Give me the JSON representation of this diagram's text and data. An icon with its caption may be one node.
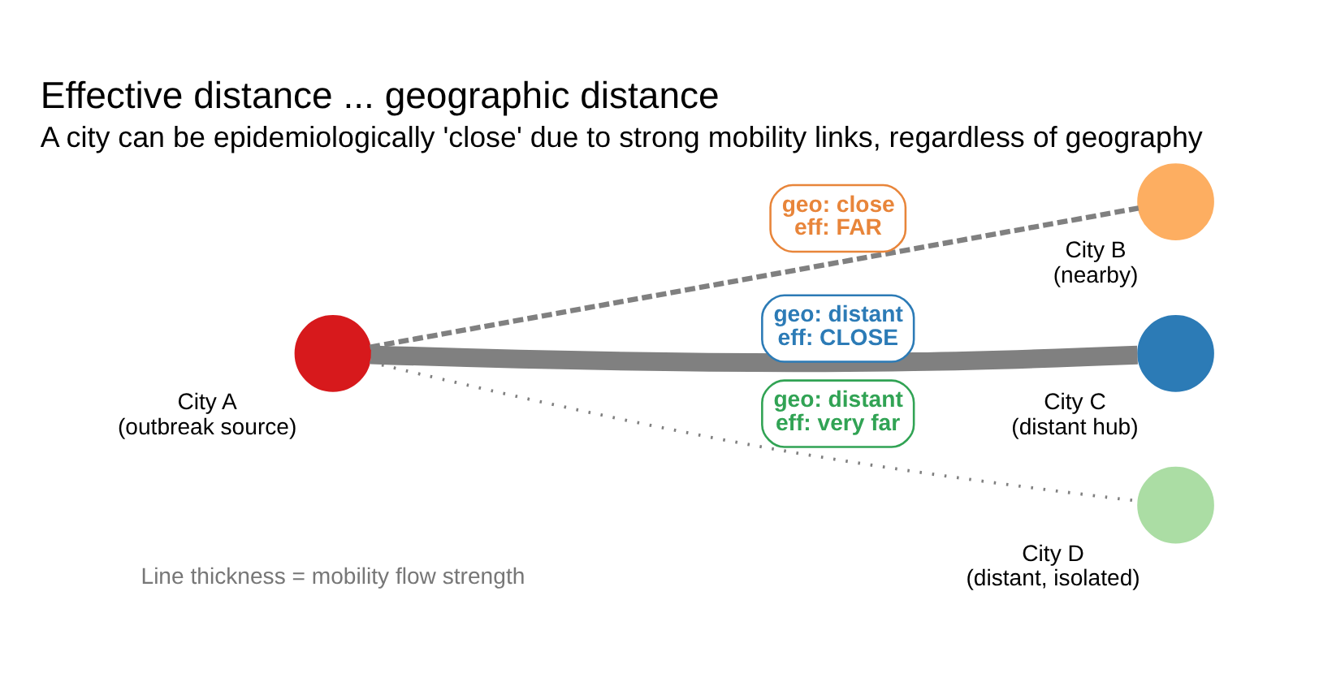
{
  "diagram": {
    "title": "Effective distance ... geographic distance",
    "caption": "A city can be epidemiologically 'close' due to strong mobility links, regardless of geography",
    "nodes": [
      {
        "text": [
          "City A",
          "(outbreak source)"
        ]
      },
      {
        "text": [
          "City B",
          "(nearby)"
        ]
      },
      {
        "text": [
          "City C",
          "(distant hub)"
        ]
      },
      {
        "text": [
          "City D",
          "(distant, isolated)"
        ]
      }
    ],
    "edges": [
      {
        "from": 0,
        "to": 1,
        "arrow": "none",
        "style": "dashed",
        "label": "geo: close eff: FAR"
      },
      {
        "from": 0,
        "to": 2,
        "arrow": "none",
        "style": "thick",
        "label": "geo: distant eff: CLOSE"
      },
      {
        "from": 0,
        "to": 3,
        "arrow": "none",
        "style": "dashed",
        "label": "geo: distant eff: very far"
      }
    ],
    "labels": [
      "Line thickness = mobility flow strength"
    ]
  }
}
